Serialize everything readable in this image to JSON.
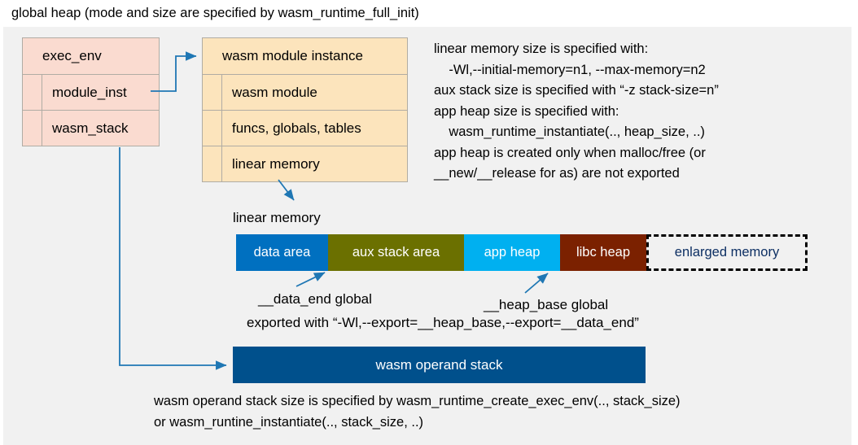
{
  "title": "global heap (mode and size are specified by wasm_runtime_full_init)",
  "colors": {
    "panel_bg": "#f1f1f1",
    "exec_env_fill": "#fadbd0",
    "module_instance_fill": "#fce4bc",
    "box_border": "#b0aca4",
    "connector": "#1f77b4",
    "data_area": "#0070c0",
    "aux_stack_area": "#6b7000",
    "app_heap": "#00b0f0",
    "libc_heap": "#7b2100",
    "enlarged_memory_text": "#0d2f63",
    "operand_stack": "#00508c"
  },
  "exec_env": {
    "header": "exec_env",
    "fields": [
      {
        "label": "module_inst"
      },
      {
        "label": "wasm_stack"
      }
    ]
  },
  "module_instance": {
    "header": "wasm module instance",
    "fields": [
      {
        "label": "wasm module"
      },
      {
        "label": "funcs, globals, tables"
      },
      {
        "label": "linear memory"
      }
    ]
  },
  "notes_top": "linear memory size is specified with:\n    -Wl,--initial-memory=n1, --max-memory=n2\naux stack size is specified with “-z stack-size=n”\napp heap size is specified with:\n    wasm_runtime_instantiate(.., heap_size, ..)\napp heap is created only when malloc/free (or\n__new/__release for as) are not exported",
  "linear_memory": {
    "label": "linear memory",
    "segments": [
      {
        "label": "data area",
        "color": "#0070c0",
        "width": 113,
        "style": "solid"
      },
      {
        "label": "aux stack area",
        "color": "#6b7000",
        "width": 167,
        "style": "solid"
      },
      {
        "label": "app heap",
        "color": "#00b0f0",
        "width": 118,
        "style": "solid"
      },
      {
        "label": "libc heap",
        "color": "#7b2100",
        "width": 106,
        "style": "solid"
      },
      {
        "label": "enlarged memory",
        "color": "#f1f1f1",
        "width": 198,
        "style": "dashed"
      }
    ]
  },
  "callouts": {
    "data_end": "__data_end global",
    "heap_base": "__heap_base global",
    "export_line": "exported with “-Wl,--export=__heap_base,--export=__data_end”"
  },
  "operand_stack": {
    "label": "wasm operand stack"
  },
  "notes_bottom": "wasm operand stack size is specified by wasm_runtime_create_exec_env(.., stack_size)\nor wasm_runtine_instantiate(.., stack_size, ..)"
}
